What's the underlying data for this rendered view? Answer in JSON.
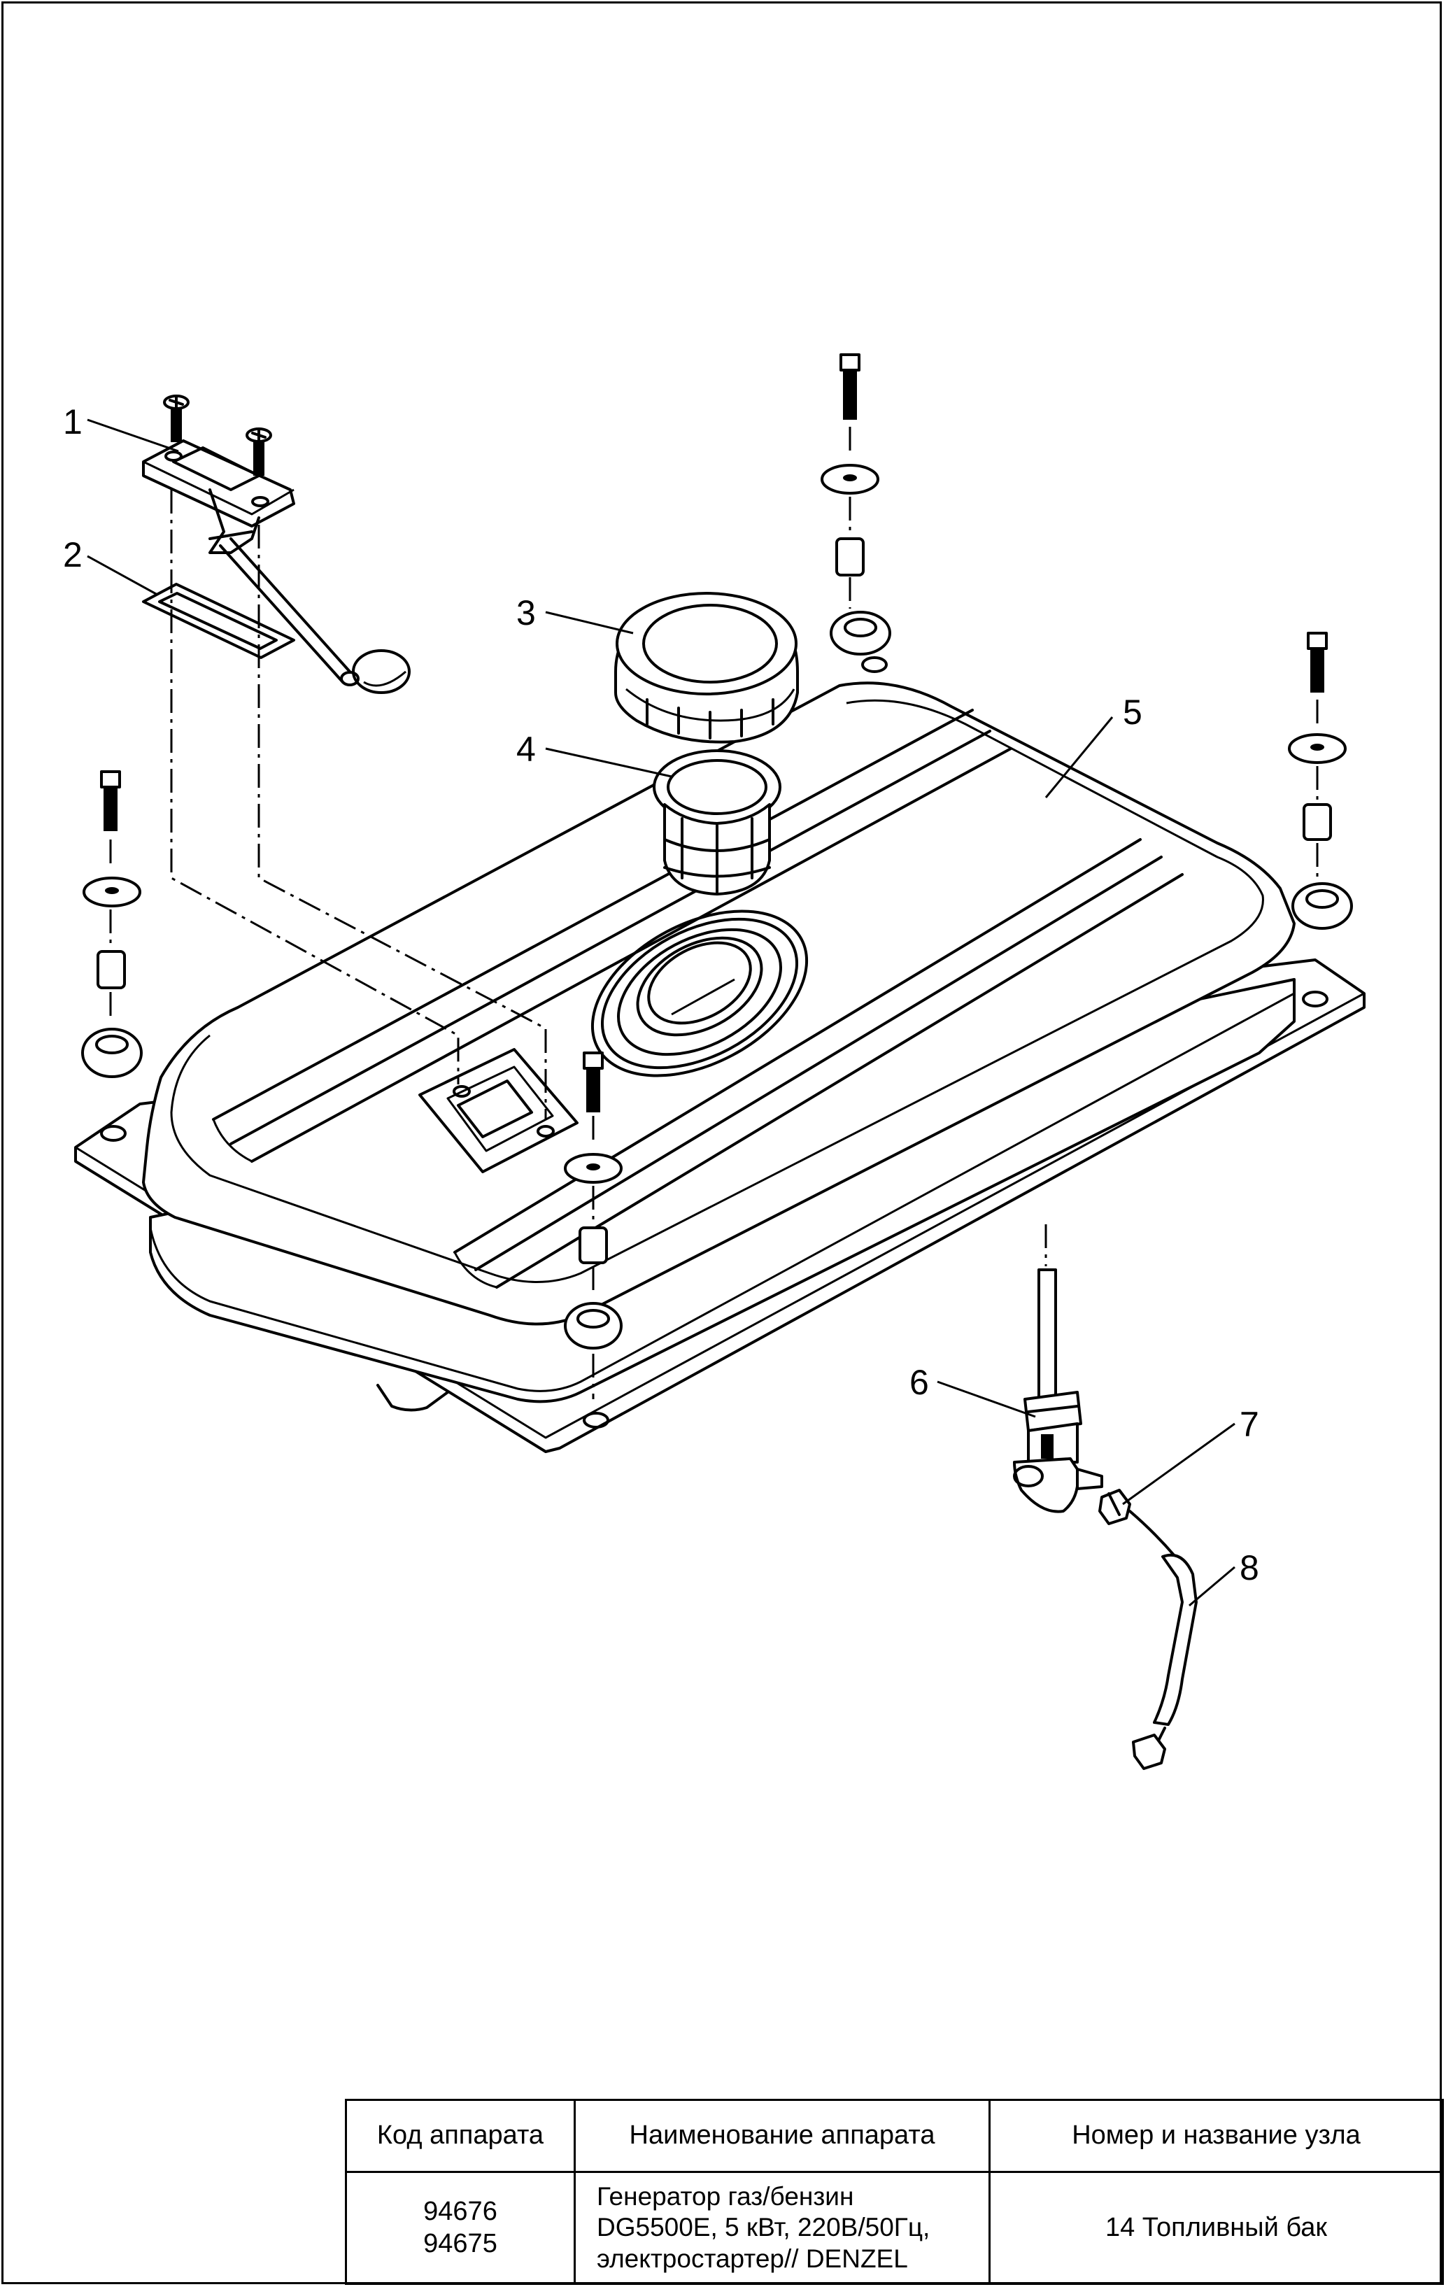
{
  "callouts": [
    "1",
    "2",
    "3",
    "4",
    "5",
    "6",
    "7",
    "8"
  ],
  "title_block": {
    "headers": {
      "code": "Код аппарата",
      "name": "Наименование аппарата",
      "node": "Номер и название узла"
    },
    "codes": [
      "94676",
      "94675"
    ],
    "name_lines": [
      "Генератор газ/бензин",
      "DG5500E, 5 кВт, 220В/50Гц,",
      "электростартер// DENZEL"
    ],
    "node": "14 Топливный бак"
  }
}
